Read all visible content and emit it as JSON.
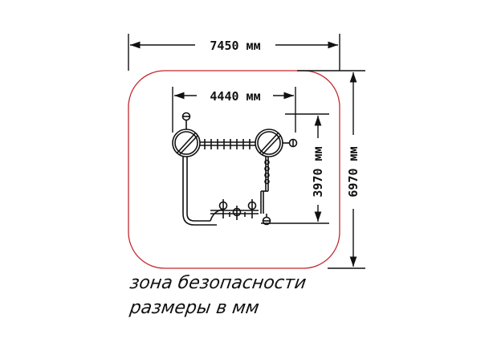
{
  "dimensions": {
    "safety_width": "7450 мм",
    "equipment_width": "4440 мм",
    "equipment_depth": "3970 мм",
    "safety_depth": "6970 мм"
  },
  "captions": {
    "safety_zone": "зона безопасности",
    "units": "размеры в мм"
  },
  "colors": {
    "line": "#111111",
    "safety_zone": "#c0282d"
  }
}
